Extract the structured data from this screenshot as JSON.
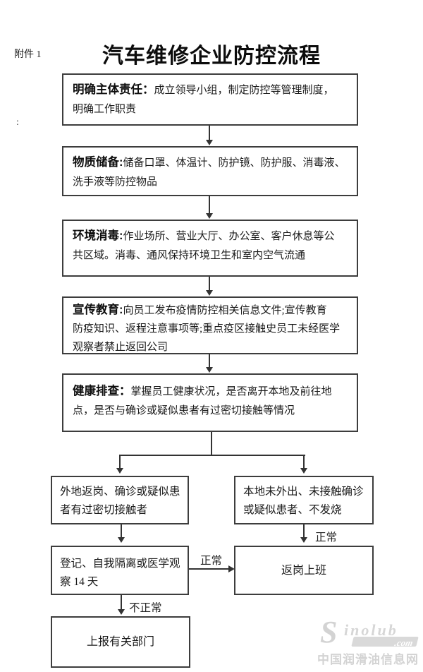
{
  "page": {
    "attachment": "附件 1",
    "stray_mark": ":",
    "title": "汽车维修企业防控流程"
  },
  "steps": [
    {
      "label": "明确主体责任：",
      "text": "成立领导小组，制定防控等管理制度，\n明确工作职责"
    },
    {
      "label": "物质储备:",
      "text": "储备口罩、体温计、防护镜、防护服、消毒液、\n洗手液等防控物品"
    },
    {
      "label": "环境消毒:",
      "text": "作业场所、营业大厅、办公室、客户休息等公\n共区域。消毒、通风保持环境卫生和室内空气流通"
    },
    {
      "label": "宣传教育:",
      "text": "向员工发布疫情防控相关信息文件;宣传教育\n防疫知识、返程注意事项等;重点疫区接触史员工未经医学\n观察者禁止返回公司"
    },
    {
      "label": "健康排查：",
      "text": "掌握员工健康状况，是否离开本地及前往地\n点，是否与确诊或疑似患者有过密切接触等情况"
    }
  ],
  "branches": {
    "left_condition": "外地返岗、确诊或疑似患\n者有过密切接触者",
    "right_condition": "本地未外出、未接触确诊\n或疑似患者、不发烧",
    "quarantine": "登记、自我隔离或医学观\n察 14 天",
    "return_to_work": "返岗上班",
    "report": "上报有关部门",
    "normal_label_right": "正常",
    "normal_label_mid": "正常",
    "abnormal_label": "不正常"
  },
  "watermark": {
    "initial": "S",
    "name": "inolub",
    "domain": ".com",
    "site": "中国润滑油信息网"
  },
  "colors": {
    "line": "#333333",
    "box_border": "#3d3d3d",
    "watermark": "#d3d3d3",
    "background": "#ffffff"
  }
}
